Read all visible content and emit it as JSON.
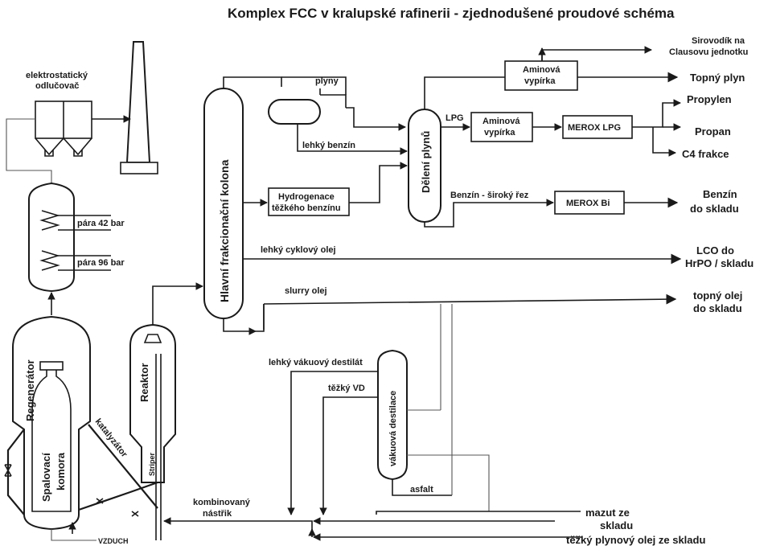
{
  "title": "Komplex FCC v kralupské rafinerii - zjednodušené proudové schéma",
  "labels": {
    "electrostatic": [
      "elektrostatický",
      "odlučovač"
    ],
    "steam42": "pára 42 bar",
    "steam96": "pára 96 bar",
    "regenerator": "Regenerátor",
    "combustion": [
      "Spalovací",
      "komora"
    ],
    "air": "VZDUCH",
    "catalyst": "katalyzátor",
    "reactor": "Reaktor",
    "striper": "Striper",
    "main_column": "Hlavní frakcionační kolona",
    "gases": "plyny",
    "light_gasoline": "lehký benzín",
    "hydrogenation": [
      "Hydrogenace",
      "těžkého benzínu"
    ],
    "gas_separation": "Dělení plynů",
    "amine_top": [
      "Aminová",
      "vypírka"
    ],
    "h2s": [
      "Sirovodík na",
      "Clausovu jednotku"
    ],
    "fuel_gas": "Topný plyn",
    "lpg": "LPG",
    "amine_lpg": [
      "Aminová",
      "vypírka"
    ],
    "merox_lpg": "MEROX LPG",
    "propylene": "Propylen",
    "propane": "Propan",
    "c4": "C4 frakce",
    "wide_gasoline": "Benzín - široký řez",
    "merox_bi": "MEROX Bi",
    "gasoline_out": [
      "Benzín",
      "do skladu"
    ],
    "lco_line": "lehký cyklový olej",
    "lco_out": [
      "LCO do",
      "HrPO / skladu"
    ],
    "slurry_line": "slurry olej",
    "slurry_out": [
      "topný olej",
      "do skladu"
    ],
    "lvd": "lehký vákuový destilát",
    "tvd": "těžký VD",
    "vacuum": "vákuová destilace",
    "asphalt": "asfalt",
    "feed": [
      "kombinovaný",
      "nástřik"
    ],
    "mazut": [
      "mazut ze",
      "skladu"
    ],
    "heavy_gasoil": "těžký plynový olej ze skladu"
  }
}
